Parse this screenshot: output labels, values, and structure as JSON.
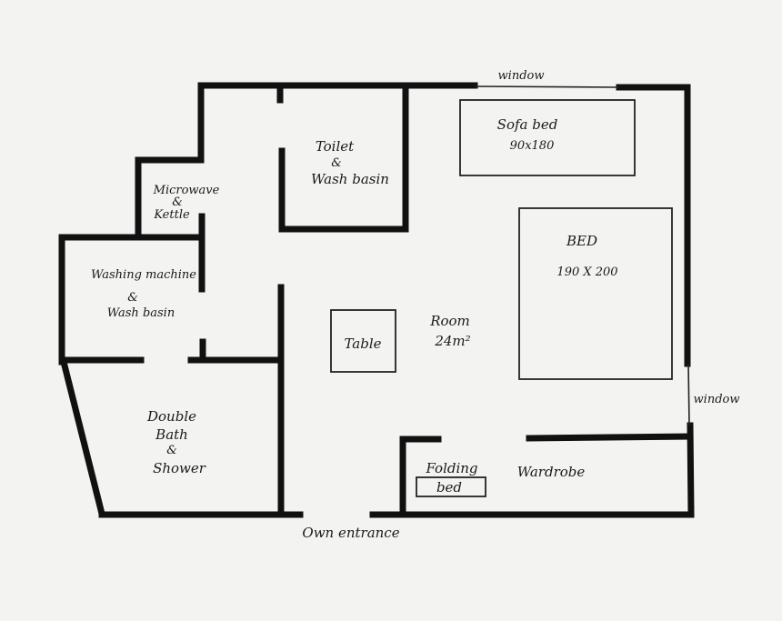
{
  "labels": {
    "window_top": "window",
    "window_right": "window",
    "sofa_bed": "Sofa bed",
    "sofa_bed_size": "90x180",
    "toilet": "Toilet",
    "toilet_and": "&",
    "toilet_basin": "Wash basin",
    "microwave": "Microwave",
    "microwave_and": "&",
    "kettle": "Kettle",
    "washing_machine": "Washing machine",
    "washing_and": "&",
    "washing_basin": "Wash basin",
    "bed": "BED",
    "bed_size": "190 X 200",
    "table": "Table",
    "room": "Room",
    "room_area": "24m²",
    "bath_double": "Double",
    "bath_bath": "Bath",
    "bath_and": "&",
    "bath_shower": "Shower",
    "folding": "Folding",
    "folding_bed": "bed",
    "wardrobe": "Wardrobe",
    "entrance": "Own entrance"
  }
}
